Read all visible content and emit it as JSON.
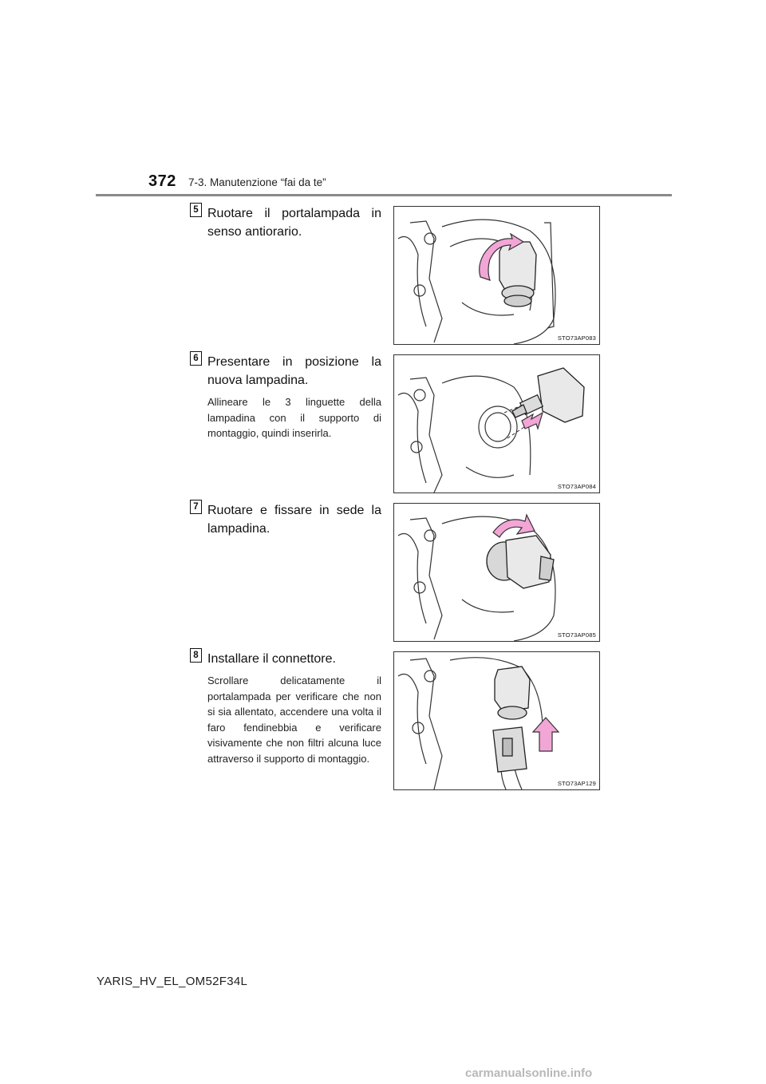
{
  "header": {
    "page_number": "372",
    "section_title": "7-3. Manutenzione “fai da te”"
  },
  "steps": [
    {
      "number": "5",
      "title": "Ruotare il portalampada in senso antiorario.",
      "note": "",
      "figure_code": "STO73AP083"
    },
    {
      "number": "6",
      "title": "Presentare in posizione la nuova lampadina.",
      "note": "Allineare le 3 linguette della lampadina con il supporto di montaggio, quindi inserirla.",
      "figure_code": "STO73AP084"
    },
    {
      "number": "7",
      "title": "Ruotare e fissare in sede la lampadina.",
      "note": "",
      "figure_code": "STO73AP085"
    },
    {
      "number": "8",
      "title": "Installare il connettore.",
      "note": "Scrollare delicatamente il portalampada per verificare che non si sia allentato, accendere una volta il faro fendinebbia e verificare visivamente che non filtri alcuna luce attraverso il supporto di montaggio.",
      "figure_code": "STO73AP129"
    }
  ],
  "footer": {
    "model_code": "YARIS_HV_EL_OM52F34L",
    "watermark": "carmanualsonline.info"
  },
  "colors": {
    "arrow_pink": "#f2a6d6",
    "rule_gray": "#8a8a8a"
  }
}
